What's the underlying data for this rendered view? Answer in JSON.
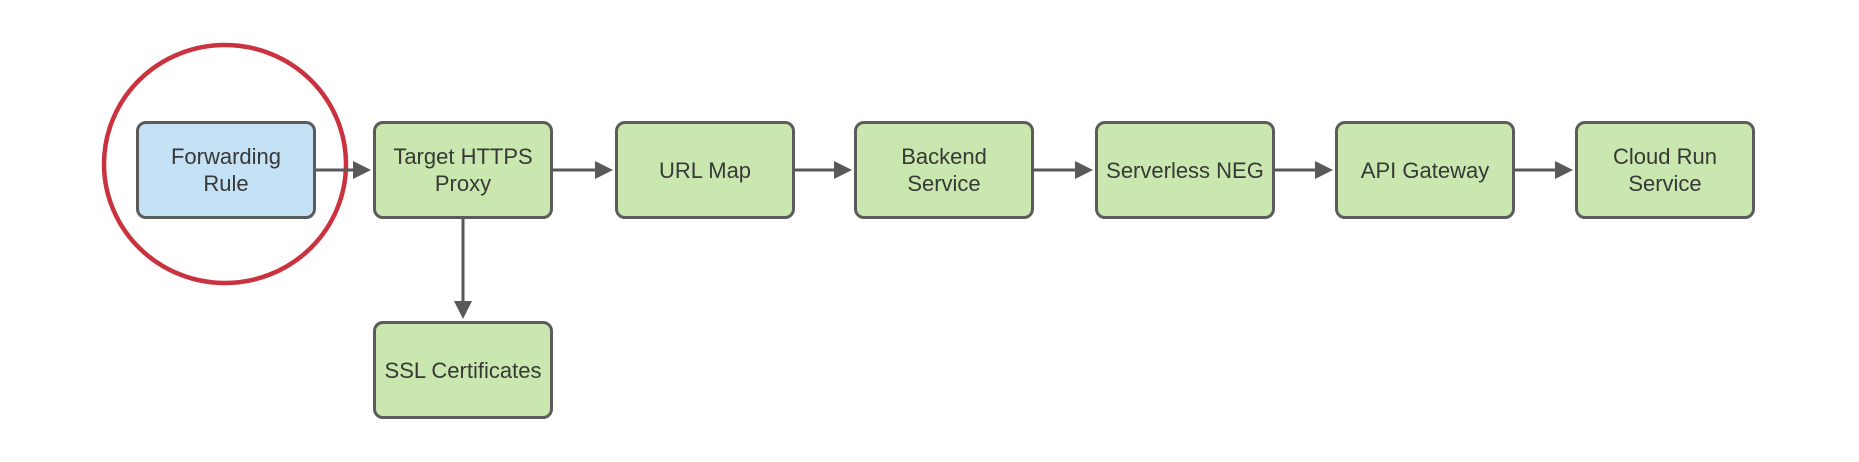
{
  "diagram": {
    "nodes": [
      {
        "id": "forwarding-rule",
        "label": "Forwarding Rule",
        "style": "highlighted-blue"
      },
      {
        "id": "target-https-proxy",
        "label": "Target HTTPS Proxy",
        "style": "green"
      },
      {
        "id": "url-map",
        "label": "URL Map",
        "style": "green"
      },
      {
        "id": "backend-service",
        "label": "Backend Service",
        "style": "green"
      },
      {
        "id": "serverless-neg",
        "label": "Serverless NEG",
        "style": "green"
      },
      {
        "id": "api-gateway",
        "label": "API Gateway",
        "style": "green"
      },
      {
        "id": "cloud-run-service",
        "label": "Cloud Run Service",
        "style": "green"
      },
      {
        "id": "ssl-certificates",
        "label": "SSL Certificates",
        "style": "green"
      }
    ],
    "edges": [
      {
        "from": "Forwarding Rule",
        "to": "Target HTTPS Proxy"
      },
      {
        "from": "Target HTTPS Proxy",
        "to": "URL Map"
      },
      {
        "from": "URL Map",
        "to": "Backend Service"
      },
      {
        "from": "Backend Service",
        "to": "Serverless NEG"
      },
      {
        "from": "Serverless NEG",
        "to": "API Gateway"
      },
      {
        "from": "API Gateway",
        "to": "Cloud Run Service"
      },
      {
        "from": "Target HTTPS Proxy",
        "to": "SSL Certificates"
      }
    ],
    "highlight": {
      "shape": "circle",
      "around": "Forwarding Rule",
      "color": "#c9323e"
    }
  },
  "colors": {
    "background": "#ffffff",
    "node_fill_green": "#c9e7ae",
    "node_fill_blue": "#c4e1f5",
    "node_border": "#5b5b5b",
    "arrow": "#595959",
    "text": "#383838",
    "highlight_circle": "#c9323e"
  }
}
